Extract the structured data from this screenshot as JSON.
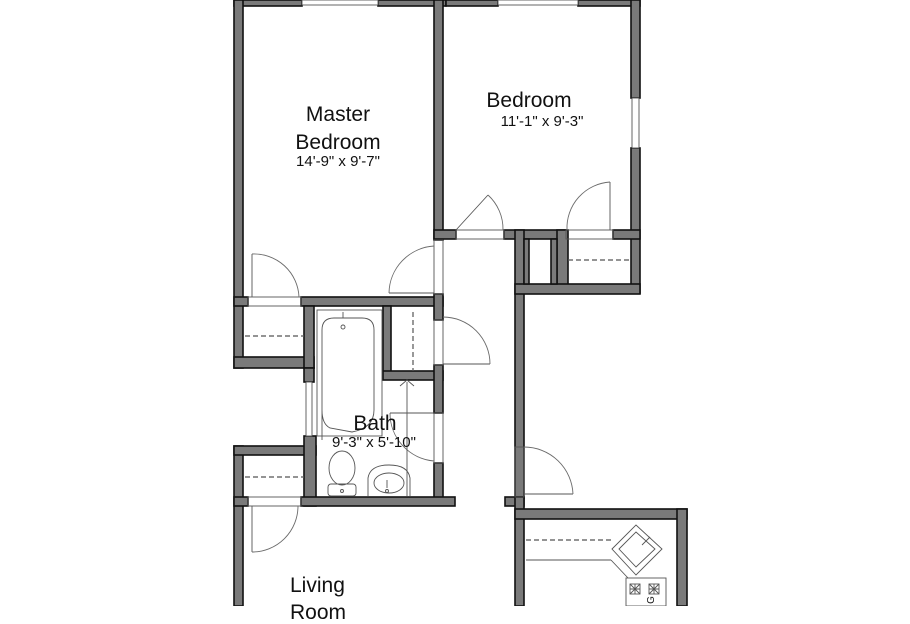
{
  "floor_plan": {
    "rooms": [
      {
        "id": "master-bedroom",
        "name_line1": "Master",
        "name_line2": "Bedroom",
        "dimensions": "14'-9\" x 9'-7\""
      },
      {
        "id": "bedroom",
        "name": "Bedroom",
        "dimensions": "11'-1\" x 9'-3\""
      },
      {
        "id": "bath",
        "name": "Bath",
        "dimensions": "9'-3\" x 5'-10\""
      },
      {
        "id": "living-room",
        "name_line1": "Living",
        "name_line2": "Room"
      }
    ],
    "fixtures": {
      "range_label": "G"
    },
    "colors": {
      "wall_fill": "#7a7a7a",
      "wall_outline": "#111111",
      "background": "#ffffff"
    }
  }
}
